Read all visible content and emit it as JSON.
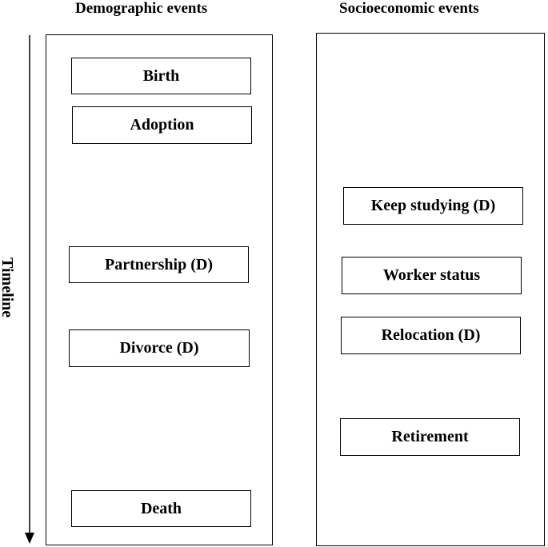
{
  "headers": {
    "demographic": "Demographic events",
    "socioeconomic": "Socioeconomic events"
  },
  "timeline_label": "Timeline",
  "demographic_events": [
    "Birth",
    "Adoption",
    "Partnership (D)",
    "Divorce (D)",
    "Death"
  ],
  "socioeconomic_events": [
    "Keep studying (D)",
    "Worker status",
    "Relocation (D)",
    "Retirement"
  ]
}
